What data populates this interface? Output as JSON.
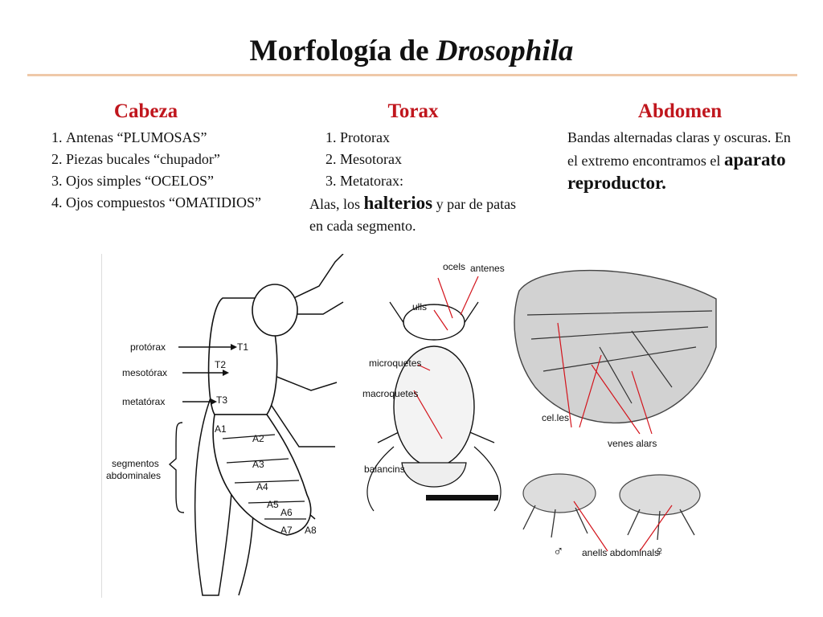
{
  "title": {
    "main": "Morfología de ",
    "italic": "Drosophila"
  },
  "cabeza": {
    "heading": "Cabeza",
    "items": [
      "Antenas “PLUMOSAS”",
      "Piezas bucales “chupador”",
      "Ojos simples “OCELOS”",
      "Ojos compuestos “OMATIDIOS”"
    ]
  },
  "torax": {
    "heading": "Torax",
    "items": [
      "Protorax",
      "Mesotorax",
      "Metatorax:"
    ],
    "text_a": "Alas, los ",
    "text_bold": "halterios",
    "text_b": " y par de patas en cada segmento."
  },
  "abdomen": {
    "heading": "Abdomen",
    "text": "Bandas alternadas claras y oscuras. En el extremo encontramos el ",
    "bold": "aparato reproductor."
  },
  "fig_side": {
    "labels": [
      "protórax",
      "mesotórax",
      "metatórax",
      "segmentos",
      "abdominales"
    ],
    "segments": [
      "T1",
      "T2",
      "T3",
      "A1",
      "A2",
      "A3",
      "A4",
      "A5",
      "A6",
      "A7",
      "A8"
    ]
  },
  "fig_dorsal": {
    "labels": [
      "ocels",
      "antenes",
      "ulls",
      "microquetes",
      "macroquetes",
      "balancins"
    ]
  },
  "fig_wing": {
    "labels": [
      "cel.les",
      "venes alars"
    ]
  },
  "fig_abd": {
    "label": "anells abdominals",
    "male": "♂",
    "female": "♀"
  }
}
